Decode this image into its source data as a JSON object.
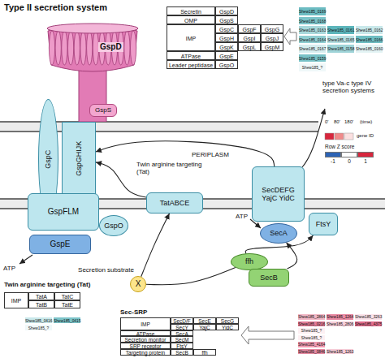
{
  "diagram": {
    "title": "Type II secretion system",
    "nodes": [
      {
        "text": [
          "GspD"
        ]
      },
      {
        "text": [
          "GspS"
        ]
      },
      {
        "text": [
          "GspC"
        ]
      },
      {
        "text": [
          "GspGHIJK"
        ]
      },
      {
        "text": [
          "GspFLM"
        ]
      },
      {
        "text": [
          "GspE"
        ]
      },
      {
        "text": [
          "GspO"
        ]
      },
      {
        "text": [
          "X",
          "Secretion substrate"
        ]
      },
      {
        "text": [
          "TatABCE"
        ]
      },
      {
        "text": [
          "SecDEFG YajC YidC"
        ]
      },
      {
        "text": [
          "SecA"
        ]
      },
      {
        "text": [
          "FtsY"
        ]
      },
      {
        "text": [
          "ffh"
        ]
      },
      {
        "text": [
          "SecB"
        ]
      }
    ],
    "edges": [
      {
        "from": 7,
        "to": 8,
        "arrow": "to"
      },
      {
        "from": 7,
        "to": 12,
        "arrow": "none"
      },
      {
        "from": 8,
        "to": 3,
        "arrow": "to"
      },
      {
        "from": 9,
        "to": 3,
        "arrow": "to"
      },
      {
        "from": 13,
        "to": 10,
        "arrow": "to"
      },
      {
        "from": 12,
        "to": 11,
        "arrow": "to"
      }
    ],
    "labels": [
      "PERIPLASM",
      "ATP",
      "Twin arginine targeting (Tat)",
      "ATP",
      "type Va-c type IV secretion systems",
      "Secretin",
      "GspD",
      "OMP",
      "GspS",
      "IMP",
      "GspC",
      "GspF",
      "GspG",
      "GspH",
      "GspI",
      "GspJ",
      "GspK",
      "GspL",
      "GspM",
      "ATPase",
      "GspE",
      "Leader peptidase",
      "GspO",
      "Shew185_0169",
      "Shew185_0168",
      "Shew185_0163",
      "Shew185_0161",
      "Shew185_0162",
      "Shew185_0164",
      "Shew185_0165",
      "Shew185_0166",
      "Shew185_0167",
      "Shew185_0158",
      "Shew185_0160",
      "Shew185_0159",
      "Shew185_?",
      "0'",
      "80'",
      "180'",
      "(time)",
      "gene ID",
      "Row Z score",
      "Twin arginine targeting (Tat)",
      "IMP",
      "TatA",
      "TatC",
      "TatB",
      "TatE",
      "Shew185_0416",
      "Shew185_0415",
      "Shew185_?",
      "Sec-SRP",
      "IMP",
      "SecD/F",
      "SecE",
      "SecG",
      "SecY",
      "YajC",
      "YidC",
      "ATPase",
      "SecA",
      "Secretion monitor",
      "SecM",
      "SRP receptor",
      "FtsY",
      "Targeting protein",
      "SecB",
      "ffh",
      "Shew185_2864",
      "Shew185_1264",
      "Shew185_3263",
      "Shew185_0216",
      "Shew185_2806",
      "Shew185_4375",
      "Shew185_?",
      "Shew185_?",
      "Shew185_4164",
      "Shew185_0846",
      "Shew185_1263"
    ],
    "legend": [
      {
        "text": "-1",
        "color": "#2c63b5"
      },
      {
        "text": "0",
        "color": "#ffffff"
      },
      {
        "text": "1",
        "color": "#d7263d"
      }
    ]
  }
}
